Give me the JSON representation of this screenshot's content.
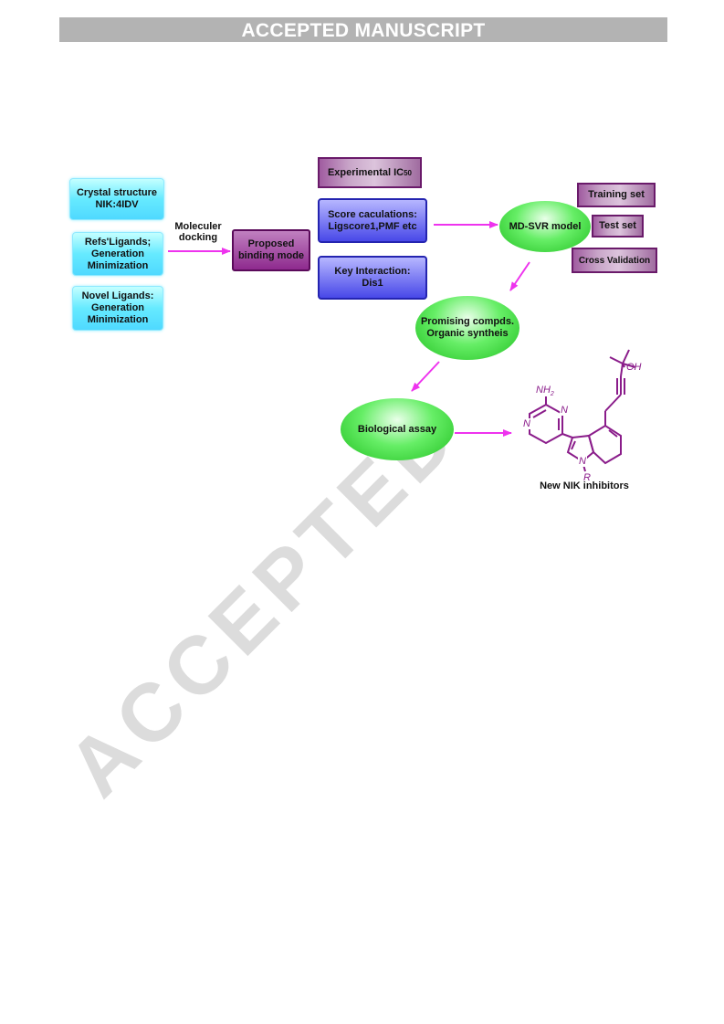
{
  "header": {
    "banner": "ACCEPTED MANUSCRIPT"
  },
  "watermark": "ACCEPTED",
  "diagram": {
    "inputs": [
      {
        "line1": "Crystal structure",
        "line2": "NIK:4IDV",
        "line3": ""
      },
      {
        "line1": "Refs'Ligands;",
        "line2": "Generation",
        "line3": "Minimization"
      },
      {
        "line1": "Novel Ligands:",
        "line2": "Generation",
        "line3": "Minimization"
      }
    ],
    "docking_label": {
      "line1": "Moleculer",
      "line2": "docking"
    },
    "binding_mode": {
      "line1": "Proposed",
      "line2": "binding mode"
    },
    "experimental": {
      "text": "Experimental IC",
      "sub": "50"
    },
    "score": {
      "line1": "Score caculations:",
      "line2": "Ligscore1,PMF etc"
    },
    "key_interaction": {
      "line1": "Key Interaction:",
      "line2": "Dis1"
    },
    "model": {
      "label": "MD-SVR model"
    },
    "model_sets": [
      "Training set",
      "Test set",
      "Cross Validation"
    ],
    "promising": {
      "line1": "Promising compds.",
      "line2": "Organic syntheis"
    },
    "assay": {
      "label": "Biological assay"
    },
    "molecule": {
      "nh2": "NH",
      "nh2_sub": "2",
      "n1": "N",
      "n2": "N",
      "n3": "N",
      "r": "R",
      "oh": "OH",
      "caption": "New NIK inhibitors"
    },
    "colors": {
      "arrow": "#ee33ee",
      "molecule": "#8a1c8a",
      "banner": "#b3b3b3"
    }
  }
}
